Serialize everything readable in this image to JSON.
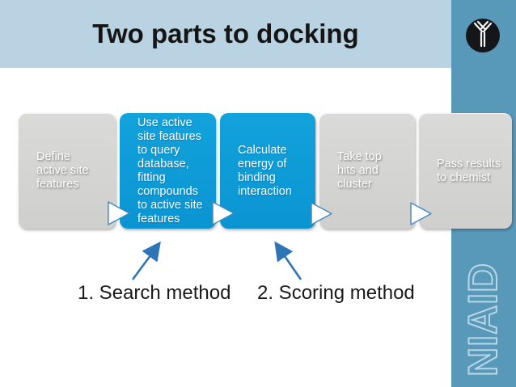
{
  "header": {
    "title": "Two parts to docking"
  },
  "flow": {
    "steps": [
      {
        "text": "Define\nactive site\nfeatures",
        "highlighted": false
      },
      {
        "text": "Use active\nsite features\nto query\ndatabase,\nfitting\ncompounds\nto active site\nfeatures",
        "highlighted": true
      },
      {
        "text": "Calculate\nenergy of\nbinding\ninteraction",
        "highlighted": true
      },
      {
        "text": "Take top\nhits and\ncluster",
        "highlighted": false
      },
      {
        "text": "Pass results\nto chemist",
        "highlighted": false
      }
    ]
  },
  "annotations": [
    {
      "label": "1. Search method"
    },
    {
      "label": "2. Scoring method"
    }
  ],
  "sidebar": {
    "brand": "NIAID",
    "logo": "antibody-icon"
  },
  "colors": {
    "header_band": "#b9d3e2",
    "highlight_blue": "#0d9dd9",
    "step_gray": "#d4d4d3",
    "sidebar_blue": "#5898b8",
    "annotation_arrow": "#2e75b6",
    "title_text": "#151515",
    "step_text": "#ffffff"
  }
}
